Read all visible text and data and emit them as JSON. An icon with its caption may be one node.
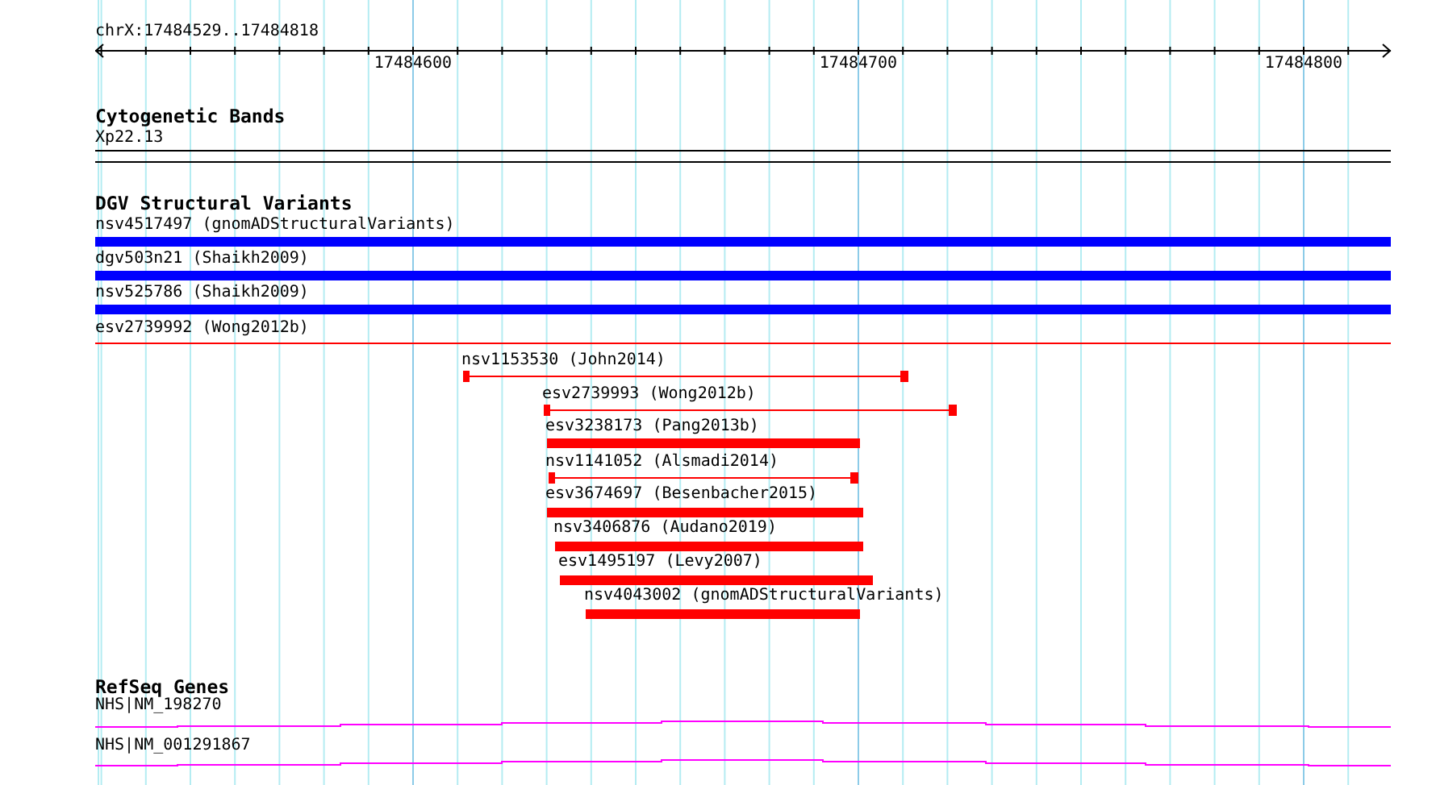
{
  "diagram": {
    "nodes": [
      {
        "text": [
          "Xp22.13"
        ]
      },
      {
        "text": [
          "nsv4517497 (gnomADStructuralVariants)"
        ]
      },
      {
        "text": [
          "dgv503n21 (Shaikh2009)"
        ]
      },
      {
        "text": [
          "nsv525786 (Shaikh2009)"
        ]
      },
      {
        "text": [
          "esv2739992 (Wong2012b)"
        ]
      },
      {
        "text": [
          "nsv1153530 (John2014)"
        ]
      },
      {
        "text": [
          "esv2739993 (Wong2012b)"
        ]
      },
      {
        "text": [
          "esv3238173 (Pang2013b)"
        ]
      },
      {
        "text": [
          "nsv1141052 (Alsmadi2014)"
        ]
      },
      {
        "text": [
          "esv3674697 (Besenbacher2015)"
        ]
      },
      {
        "text": [
          "nsv3406876 (Audano2019)"
        ]
      },
      {
        "text": [
          "esv1495197 (Levy2007)"
        ]
      },
      {
        "text": [
          "nsv4043002 (gnomADStructuralVariants)"
        ]
      },
      {
        "text": [
          "NHS|NM_198270"
        ]
      },
      {
        "text": [
          "NHS|NM_001291867"
        ]
      }
    ],
    "labels": [
      "chrX:17484529..17484818",
      "17484600",
      "17484700",
      "17484800",
      "Cytogenetic Bands",
      "DGV Structural Variants",
      "RefSeq Genes"
    ]
  }
}
